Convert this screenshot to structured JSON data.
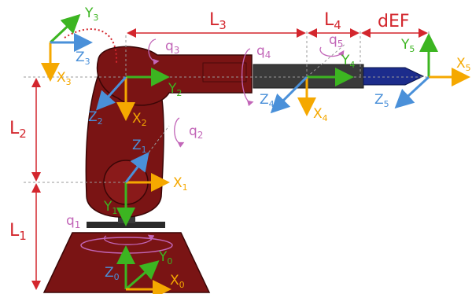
{
  "dimensions": {
    "L1": {
      "main": "L",
      "sub": "1"
    },
    "L2": {
      "main": "L",
      "sub": "2"
    },
    "L3": {
      "main": "L",
      "sub": "3"
    },
    "L4": {
      "main": "L",
      "sub": "4"
    },
    "dEF": "dEF"
  },
  "joints": [
    {
      "main": "q",
      "sub": "1"
    },
    {
      "main": "q",
      "sub": "2"
    },
    {
      "main": "q",
      "sub": "3"
    },
    {
      "main": "q",
      "sub": "4"
    },
    {
      "main": "q",
      "sub": "5"
    }
  ],
  "frames": [
    {
      "x": {
        "main": "X",
        "sub": "0"
      },
      "y": {
        "main": "Y",
        "sub": "0"
      },
      "z": {
        "main": "Z",
        "sub": "0"
      }
    },
    {
      "x": {
        "main": "X",
        "sub": "1"
      },
      "y": {
        "main": "Y",
        "sub": "1"
      },
      "z": {
        "main": "Z",
        "sub": "1"
      }
    },
    {
      "x": {
        "main": "X",
        "sub": "2"
      },
      "y": {
        "main": "Y",
        "sub": "2"
      },
      "z": {
        "main": "Z",
        "sub": "2"
      }
    },
    {
      "x": {
        "main": "X",
        "sub": "3"
      },
      "y": {
        "main": "Y",
        "sub": "3"
      },
      "z": {
        "main": "Z",
        "sub": "3"
      }
    },
    {
      "x": {
        "main": "X",
        "sub": "4"
      },
      "y": {
        "main": "Y",
        "sub": "4"
      },
      "z": {
        "main": "Z",
        "sub": "4"
      }
    },
    {
      "x": {
        "main": "X",
        "sub": "5"
      },
      "y": {
        "main": "Y",
        "sub": "5"
      },
      "z": {
        "main": "Z",
        "sub": "5"
      }
    }
  ],
  "colors": {
    "x_axis": "#f5a800",
    "y_axis": "#3cb521",
    "z_axis": "#4a90d9",
    "dimension": "#d3262d",
    "joint": "#c266b8",
    "link": "#7a1414",
    "gripper": "#1c2c8c"
  }
}
